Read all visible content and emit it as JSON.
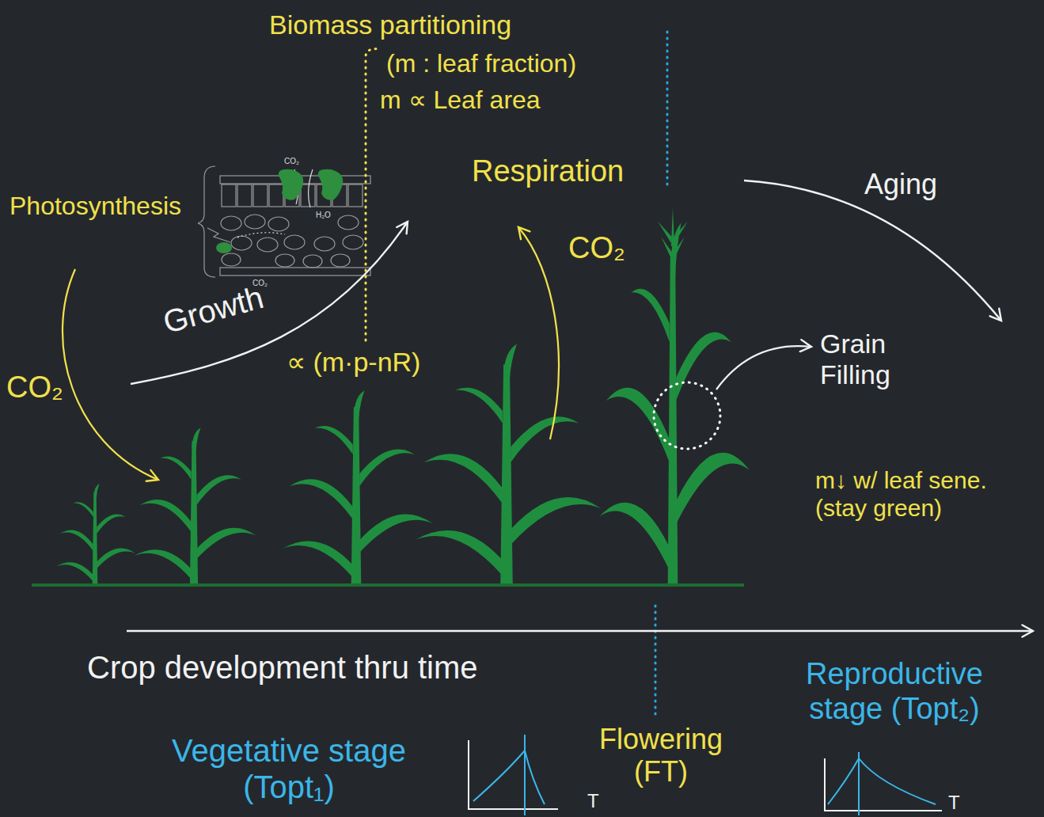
{
  "diagram": {
    "labels": [
      "Biomass partitioning",
      "(m : leaf fraction)",
      "m ∝ Leaf area",
      "Photosynthesis",
      "CO₂",
      "H₂O",
      "CO₂",
      "CO₂",
      "Growth",
      "∝ (m·p-nR)",
      "Respiration",
      "CO₂",
      "Aging",
      "Grain Filling",
      "m↓ w/ leaf sene. (stay green)",
      "Crop development thru time",
      "Vegetative stage (Topt₁)",
      "Flowering (FT)",
      "Reproductive stage (Topt₂)",
      "T",
      "T"
    ]
  }
}
